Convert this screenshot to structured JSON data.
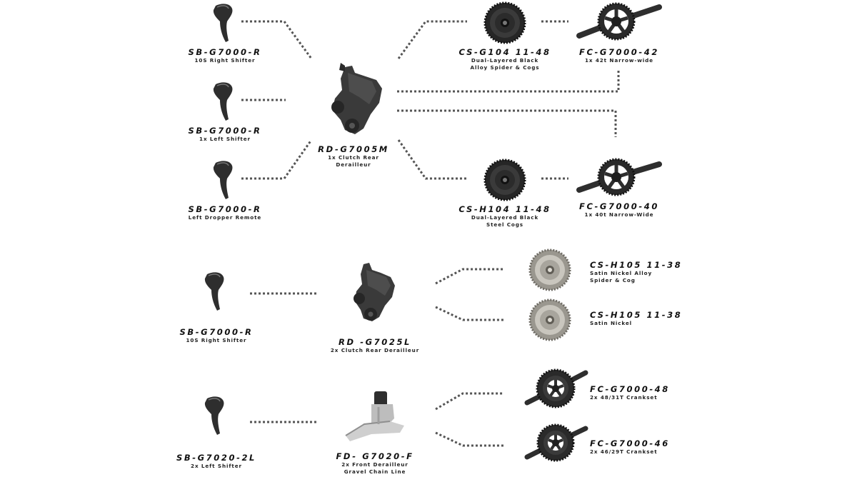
{
  "colors": {
    "line": "#555555",
    "part_dark": "#2e2e2e",
    "part_mid": "#4a4a4a",
    "part_light": "#bdbdbd",
    "silver": "#b9b6ae"
  },
  "top_section": {
    "shifter_right": {
      "code": "SB-G7000-R",
      "desc": "10S Right Shifter",
      "icon": "brake-shifter-icon"
    },
    "shifter_left": {
      "code": "SB-G7000-R",
      "desc": "1x Left Shifter",
      "icon": "brake-shifter-icon"
    },
    "dropper_remote": {
      "code": "SB-G7000-R",
      "desc": "Left Dropper Remote",
      "icon": "brake-shifter-icon"
    },
    "rear_derailleur": {
      "code": "RD-G7005M",
      "desc": "1x Clutch Rear\nDerailleur",
      "icon": "rear-derailleur-icon"
    },
    "cassette_alloy": {
      "code": "CS-G104 11-48",
      "desc": "Dual-Layered Black\nAlloy Spider & Cogs",
      "icon": "cassette-icon"
    },
    "cassette_steel": {
      "code": "CS-H104 11-48",
      "desc": "Dual-Layered Black\nSteel Cogs",
      "icon": "cassette-icon"
    },
    "crank_42": {
      "code": "FC-G7000-42",
      "desc": "1x 42t Narrow-wide",
      "icon": "single-crankset-icon"
    },
    "crank_40": {
      "code": "FC-G7000-40",
      "desc": "1x 40t Narrow-Wide",
      "icon": "single-crankset-icon"
    }
  },
  "bottom_section": {
    "shifter_right": {
      "code": "SB-G7000-R",
      "desc": "10S Right Shifter",
      "icon": "brake-shifter-icon"
    },
    "rear_derailleur": {
      "code": "RD -G7025L",
      "desc": "2x Clutch Rear Derailleur",
      "icon": "rear-derailleur-icon"
    },
    "cassette_alloy": {
      "code": "CS-H105 11-38",
      "desc": "Satin Nickel Alloy\nSpider & Cog",
      "icon": "silver-cassette-icon"
    },
    "cassette_nickel": {
      "code": "CS-H105 11-38",
      "desc": "Satin Nickel",
      "icon": "silver-cassette-icon"
    },
    "shifter_left": {
      "code": "SB-G7020-2L",
      "desc": "2x Left Shifter",
      "icon": "brake-shifter-icon"
    },
    "front_derailleur": {
      "code": "FD- G7020-F",
      "desc": "2x Front Derailleur\nGravel Chain Line",
      "icon": "front-derailleur-icon"
    },
    "crank_48": {
      "code": "FC-G7000-48",
      "desc": "2x 48/31T Crankset",
      "icon": "double-crankset-icon"
    },
    "crank_46": {
      "code": "FC-G7000-46",
      "desc": "2x 46/29T Crankset",
      "icon": "double-crankset-icon"
    }
  }
}
